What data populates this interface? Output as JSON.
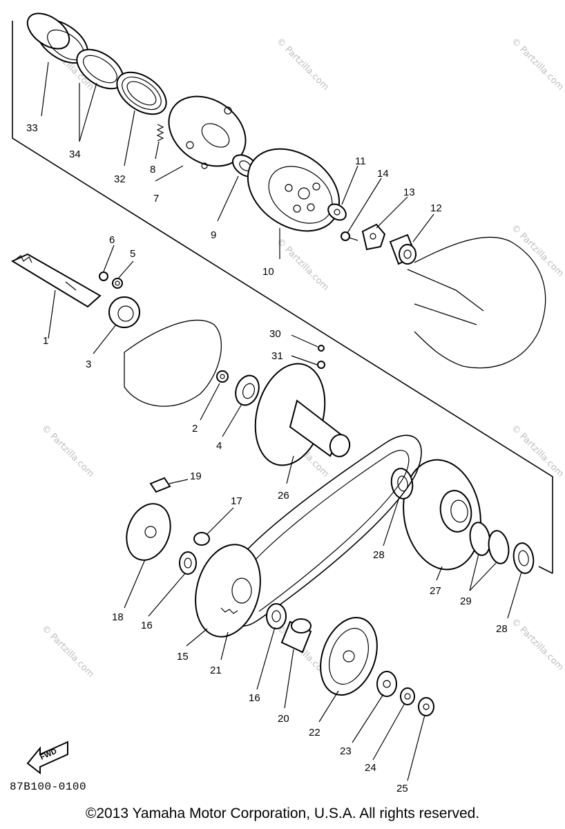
{
  "diagram": {
    "callouts": {
      "p1": "1",
      "p2": "2",
      "p3": "3",
      "p4": "4",
      "p5": "5",
      "p6": "6",
      "p7": "7",
      "p8a": "8",
      "p9": "9",
      "p10": "10",
      "p11": "11",
      "p12": "12",
      "p13": "13",
      "p14": "14",
      "p15": "15",
      "p16a": "16",
      "p16b": "16",
      "p17": "17",
      "p18": "18",
      "p19": "19",
      "p20": "20",
      "p21": "21",
      "p22": "22",
      "p23": "23",
      "p24": "24",
      "p25": "25",
      "p26": "26",
      "p27": "27",
      "p28a": "28",
      "p28b": "28",
      "p29": "29",
      "p30": "30",
      "p31": "31",
      "p32": "32",
      "p33": "33",
      "p34": "34"
    },
    "front_arrow_label": "FWD",
    "diagram_code": "87B100-0100",
    "watermark_text": "© Partzilla.com",
    "copyright": "©2013 Yamaha Motor Corporation, U.S.A. All rights reserved."
  }
}
